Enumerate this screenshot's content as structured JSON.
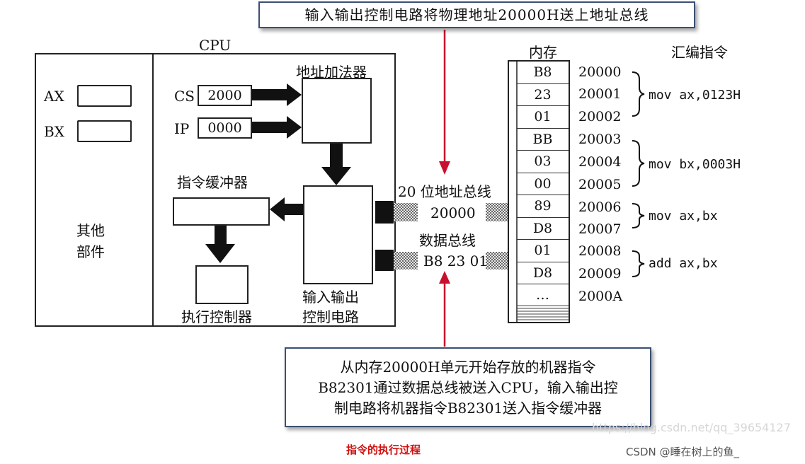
{
  "top_callout": "输入输出控制电路将物理地址20000H送上地址总线",
  "cpu": {
    "title": "CPU",
    "reg_ax": "AX",
    "reg_bx": "BX",
    "reg_cs": "CS",
    "cs_value": "2000",
    "reg_ip": "IP",
    "ip_value": "0000",
    "other_parts_line1": "其他",
    "other_parts_line2": "部件",
    "address_adder": "地址加法器",
    "instruction_buffer": "指令缓冲器",
    "exec_controller": "执行控制器",
    "io_circuit_line1": "输入输出",
    "io_circuit_line2": "控制电路"
  },
  "buses": {
    "address_bus_label": "20 位地址总线",
    "address_bus_value": "20000",
    "data_bus_label": "数据总线",
    "data_bus_value": "B8 23 01"
  },
  "memory": {
    "title": "内存",
    "asm_title": "汇编指令",
    "cells": [
      "B8",
      "23",
      "01",
      "BB",
      "03",
      "00",
      "89",
      "D8",
      "01",
      "D8",
      "…"
    ],
    "addresses": [
      "20000",
      "20001",
      "20002",
      "20003",
      "20004",
      "20005",
      "20006",
      "20007",
      "20008",
      "20009",
      "2000A"
    ],
    "instructions": [
      "mov ax,0123H",
      "mov bx,0003H",
      "mov ax,bx",
      "add ax,bx"
    ]
  },
  "bottom_callout": {
    "line1": "从内存20000H单元开始存放的机器指令",
    "line2": "B82301通过数据总线被送入CPU，输入输出控",
    "line3": "制电路将机器指令B82301送入指令缓冲器"
  },
  "caption": "指令的执行过程",
  "watermark1": "https://blog.csdn.net/qq_39654127",
  "watermark2": "CSDN @睡在树上的鱼_",
  "colors": {
    "callout_border": "#3b4f74",
    "red_arrow": "#c8102e",
    "caption": "#d01010"
  }
}
